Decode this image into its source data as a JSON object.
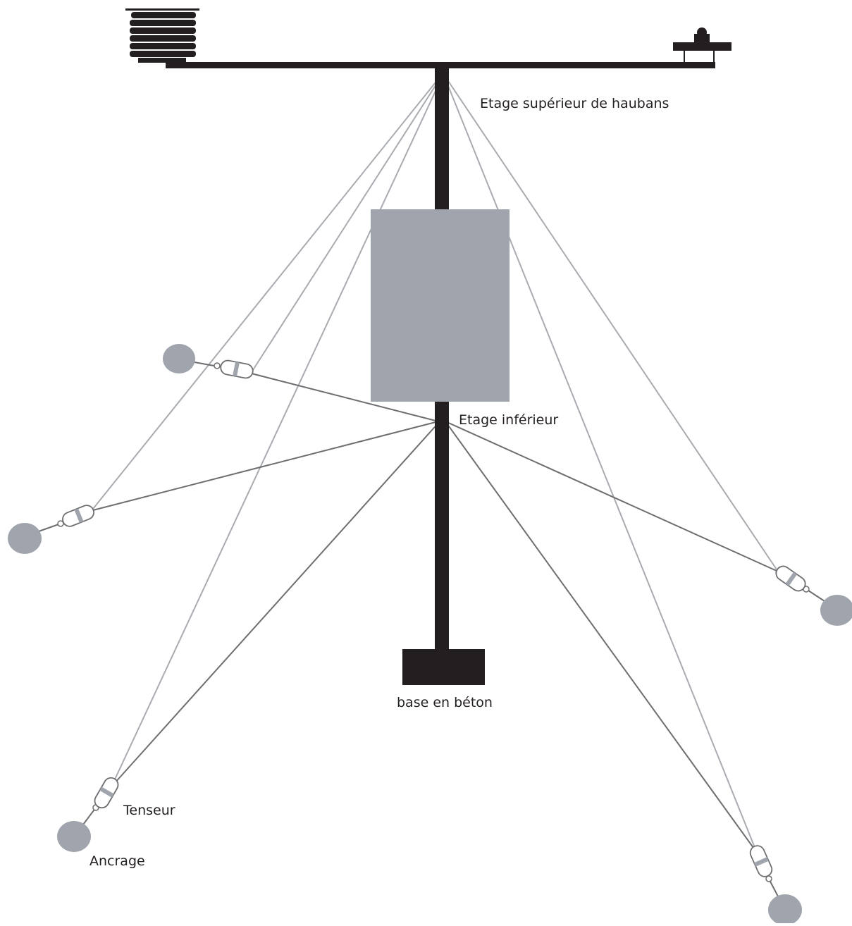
{
  "labels": {
    "upper_guy_level": "Etage supérieur de haubans",
    "lower_level": "Etage inférieur",
    "concrete_base": "base en béton",
    "tensioner": "Tenseur",
    "anchor": "Ancrage"
  },
  "colors": {
    "mast": "#231f20",
    "enclosure": "#a0a5ad",
    "anchor": "#a0a5ad",
    "upper_guy": "#a8abb0",
    "lower_guy": "#6d6e71",
    "text": "#231f20"
  },
  "icons": {
    "radiation_shield": "radiation-shield-icon",
    "sensor": "sensor-icon"
  }
}
